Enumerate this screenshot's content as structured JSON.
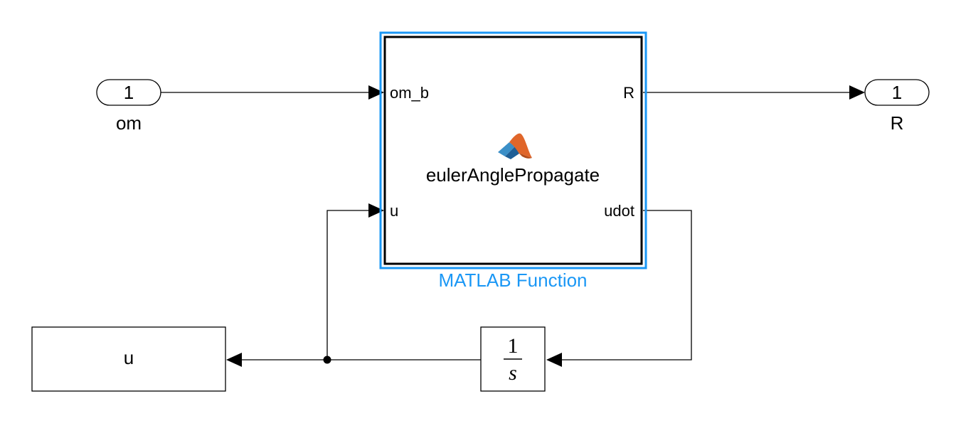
{
  "inport": {
    "number": "1",
    "name": "om"
  },
  "outport": {
    "number": "1",
    "name": "R"
  },
  "matlab_function": {
    "caption": "MATLAB Function",
    "function_name": "eulerAnglePropagate",
    "inputs": [
      "om_b",
      "u"
    ],
    "outputs": [
      "R",
      "udot"
    ],
    "selection_color": "#1a97f5",
    "icon": "matlab-logo-icon"
  },
  "integrator": {
    "numerator": "1",
    "denominator": "s"
  },
  "display": {
    "label": "u"
  }
}
